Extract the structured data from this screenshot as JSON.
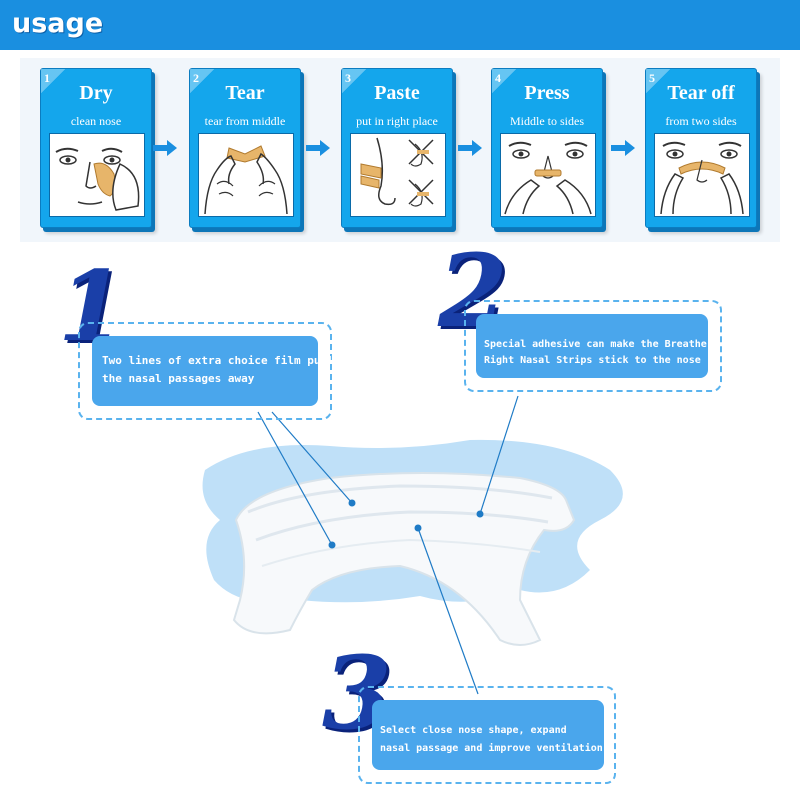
{
  "header": {
    "title": "usage",
    "color": "#1a8fe0"
  },
  "steps": [
    {
      "num": "1",
      "title": "Dry",
      "subtitle": "clean nose"
    },
    {
      "num": "2",
      "title": "Tear",
      "subtitle": "tear from middle"
    },
    {
      "num": "3",
      "title": "Paste",
      "subtitle": "put in right place"
    },
    {
      "num": "4",
      "title": "Press",
      "subtitle": "Middle to sides"
    },
    {
      "num": "5",
      "title": "Tear off",
      "subtitle": "from two sides"
    }
  ],
  "features": [
    {
      "num": "1",
      "text_line1": "Two lines of extra choice film pull",
      "text_line2": "the nasal passages away"
    },
    {
      "num": "2",
      "text_line1": "Special adhesive can make the Breathe",
      "text_line2": "Right Nasal Strips stick to the nose"
    },
    {
      "num": "3",
      "text_line1": "Select close nose shape, expand",
      "text_line2": "nasal passage and improve ventilation"
    }
  ],
  "colors": {
    "step_blue": "#14a6ec",
    "bubble_blue": "#4aa6ec",
    "numeral_blue": "#1a3fa8"
  }
}
